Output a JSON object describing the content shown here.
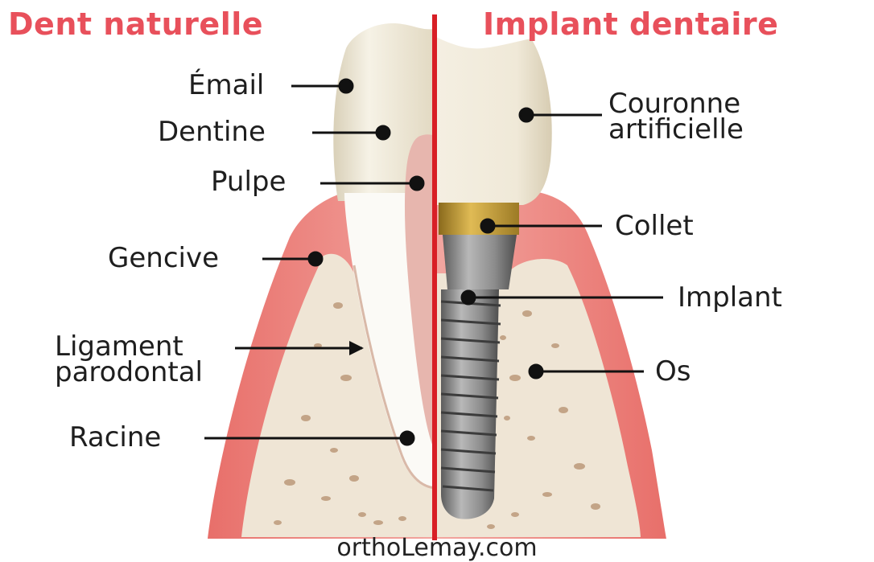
{
  "titles": {
    "natural": "Dent naturelle",
    "implant": "Implant dentaire"
  },
  "labels_left": {
    "email": "Émail",
    "dentine": "Dentine",
    "pulpe": "Pulpe",
    "gencive": "Gencive",
    "ligament_line1": "Ligament",
    "ligament_line2": "parodontal",
    "racine": "Racine"
  },
  "labels_right": {
    "couronne_line1": "Couronne",
    "couronne_line2": "artificielle",
    "collet": "Collet",
    "implant": "Implant",
    "os": "Os"
  },
  "footer": "orthoLemay.com",
  "colors": {
    "title": "#e8505b",
    "divider": "#d81f26",
    "gum": "#e0726f",
    "bone": "#efe6d8",
    "enamel": "#ece5d2",
    "collar": "#c9a03a",
    "implant_metal": "#8a8a8a"
  }
}
